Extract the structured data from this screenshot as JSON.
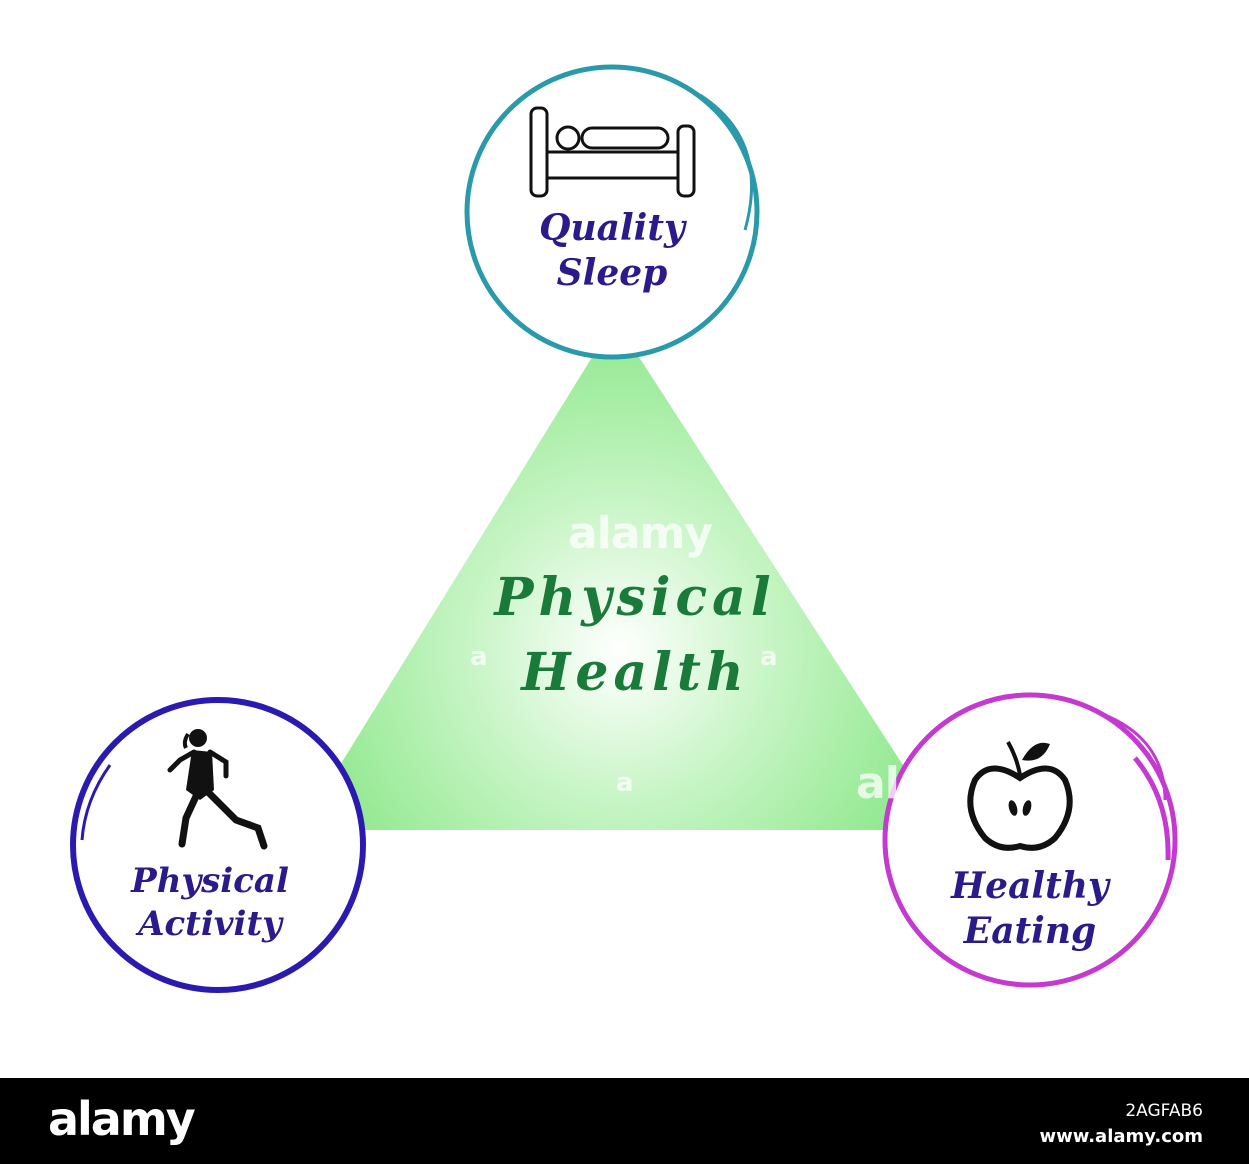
{
  "center": {
    "line1": "Physical",
    "line2": "Health"
  },
  "nodes": {
    "sleep": {
      "line1": "Quality",
      "line2": "Sleep"
    },
    "activity": {
      "line1": "Physical",
      "line2": "Activity"
    },
    "eating": {
      "line1": "Healthy",
      "line2": "Eating"
    }
  },
  "icons": {
    "sleep": "bed-icon",
    "activity": "running-woman-icon",
    "eating": "apple-icon"
  },
  "colors": {
    "triangle": "#8ee88c",
    "triangle_center": "#ffffff",
    "center_text": "#1a7a3a",
    "node_text": "#2a1a8a",
    "sleep_ring": "#2a9aaa",
    "activity_ring": "#2a1ab0",
    "eating_ring": "#c43ad0",
    "footer_bg": "#000000"
  },
  "watermark": {
    "text": "alamy",
    "small": "a",
    "partial": "ala"
  },
  "footer": {
    "logo": "alamy",
    "image_id": "2AGFAB6",
    "url": "www.alamy.com"
  }
}
